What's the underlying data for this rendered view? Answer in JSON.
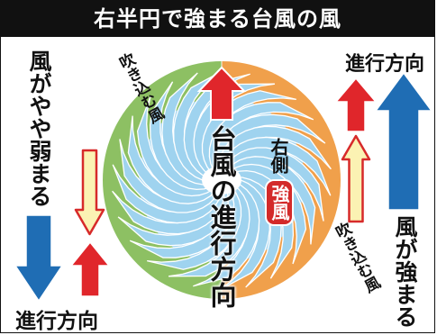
{
  "title": "右半円で強まる台風の風",
  "left": {
    "wind_label": "風がやや弱まる",
    "inflow_label": "吹き込む風",
    "direction_label": "進行方向"
  },
  "right": {
    "direction_label": "進行方向",
    "inflow_label": "吹き込む風",
    "wind_label": "風が強まる"
  },
  "center": {
    "typhoon_direction_label": "台風の進行方向",
    "right_side_label": "右側",
    "strong_wind_badge": "強風"
  },
  "colors": {
    "left_half": "#8dc063",
    "right_half": "#f0a04b",
    "vortex": "#9fd3ef",
    "red_arrow": "#e0262b",
    "blue_arrow": "#1f6db4",
    "hollow_arrow_fill": "#fbf2b3",
    "hollow_arrow_stroke": "#d72a2a"
  }
}
